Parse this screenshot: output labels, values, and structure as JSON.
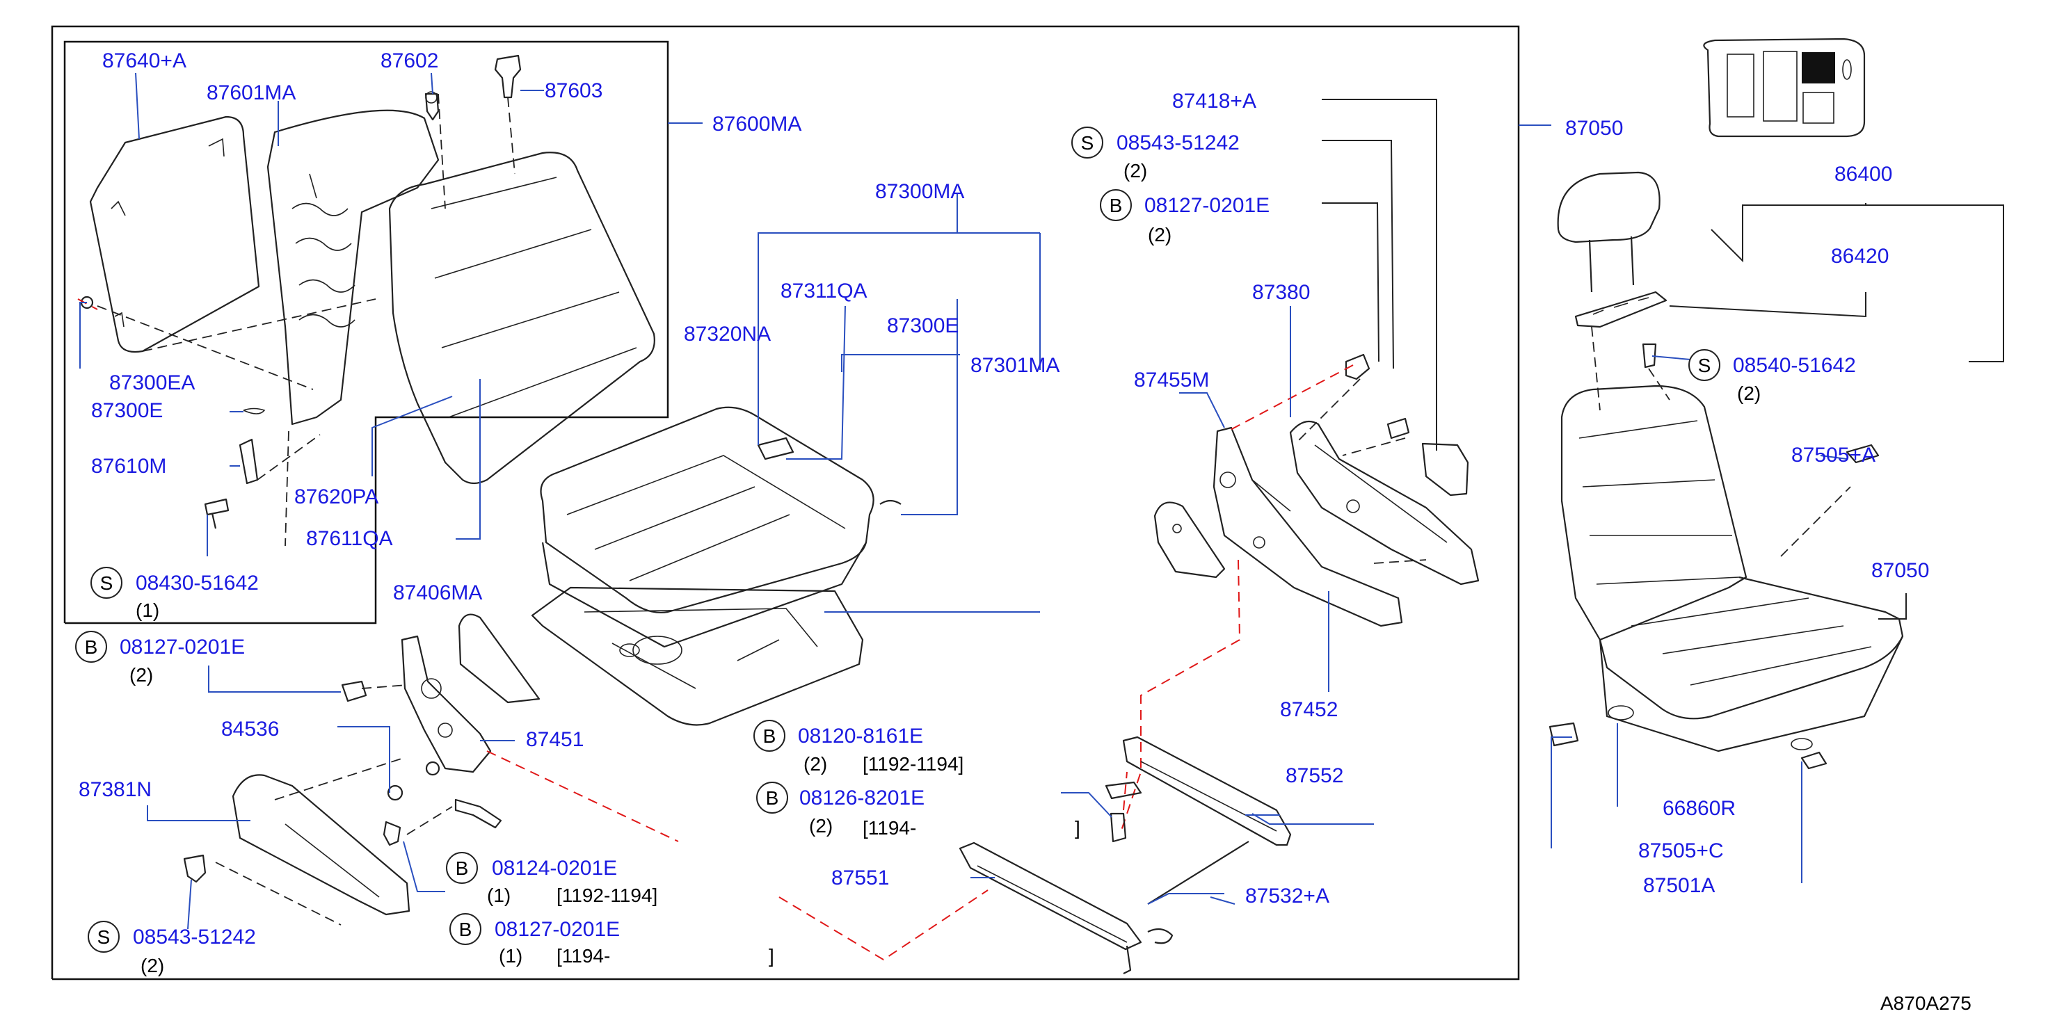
{
  "diagram_id": "A870A275",
  "colors": {
    "label": "#1a1ae0",
    "leader": "#2a4fbf",
    "line": "#222222",
    "connector": "#e01818"
  },
  "labels": {
    "p87640A": "87640+A",
    "p87601MA": "87601MA",
    "p87602": "87602",
    "p87603": "87603",
    "p87600MA": "87600MA",
    "p87300EA": "87300EA",
    "p87300E_left": "87300E",
    "p87610M": "87610M",
    "p87620PA": "87620PA",
    "p87611QA": "87611QA",
    "p08430": "08430-51642",
    "p87406MA": "87406MA",
    "p08127_left": "08127-0201E",
    "p84536": "84536",
    "p87451": "87451",
    "p87381N": "87381N",
    "p08124": "08124-0201E",
    "p08127_bottom": "08127-0201E",
    "p08543_left": "08543-51242",
    "p87300MA": "87300MA",
    "p87311QA": "87311QA",
    "p87320NA": "87320NA",
    "p87300E_mid": "87300E",
    "p87301MA": "87301MA",
    "p08120": "08120-8161E",
    "p08126": "08126-8201E",
    "p87551": "87551",
    "p87418A": "87418+A",
    "p08543_right": "08543-51242",
    "p08127_right": "08127-0201E",
    "p87380": "87380",
    "p87455M": "87455M",
    "p87452": "87452",
    "p87552": "87552",
    "p87532A": "87532+A",
    "p87050_frame": "87050",
    "p86400": "86400",
    "p86420": "86420",
    "p08540": "08540-51642",
    "p87505A": "87505+A",
    "p87050_right": "87050",
    "p66860R": "66860R",
    "p87505C": "87505+C",
    "p87501A": "87501A"
  },
  "quantities": {
    "q08430": "(1)",
    "q08127_left": "(2)",
    "q08124": "(1)",
    "q08127_bottom": "(1)",
    "q08543_left": "(2)",
    "q08120": "(2)",
    "q08126": "(2)",
    "q08543_right": "(2)",
    "q08127_right": "(2)",
    "q08540": "(2)"
  },
  "dates": {
    "d08124": "[1192-1194]",
    "d08127_bottom": "[1194-",
    "d08127_bottom_close": "]",
    "d08120": "[1192-1194]",
    "d08126": "[1194-",
    "d08126_close": "]"
  },
  "markers": {
    "screw": "S",
    "bolt": "B"
  }
}
